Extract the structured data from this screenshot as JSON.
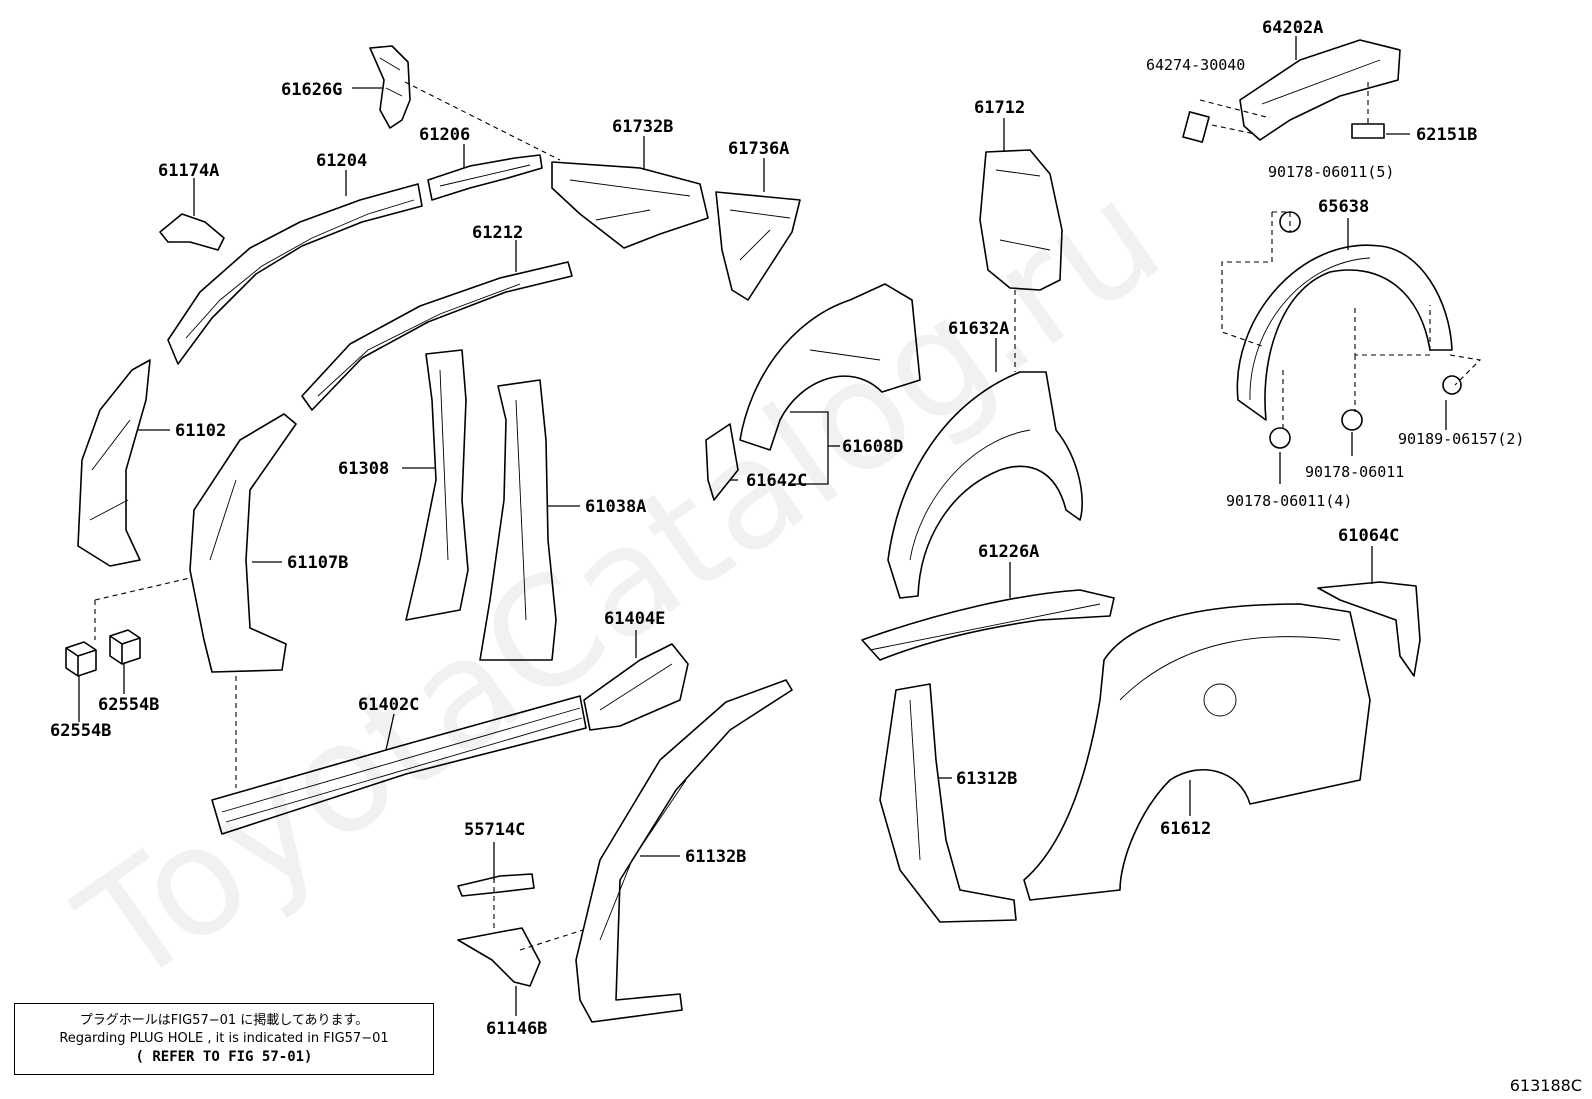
{
  "watermark": "ToyotaCatalog.ru",
  "figure_code": "613188C",
  "note": {
    "line1": "プラグホールはFIG57−01 に掲載してあります。",
    "line2": "Regarding PLUG HOLE , it is indicated in FIG57−01",
    "line3": "( REFER TO FIG 57-01)"
  },
  "labels": {
    "p61626G": "61626G",
    "p61206": "61206",
    "p61204": "61204",
    "p61174A": "61174A",
    "p61732B": "61732B",
    "p61736A": "61736A",
    "p61712": "61712",
    "p64202A": "64202A",
    "p64274": "64274-30040",
    "p62151B": "62151B",
    "p90178_5": "90178-06011(5)",
    "p65638": "65638",
    "p61212": "61212",
    "p61102": "61102",
    "p61632A": "61632A",
    "p61608D": "61608D",
    "p61642C": "61642C",
    "p61308": "61308",
    "p61038A": "61038A",
    "p61107B": "61107B",
    "p90189": "90189-06157(2)",
    "p90178": "90178-06011",
    "p90178_4": "90178-06011(4)",
    "p61226A": "61226A",
    "p61064C": "61064C",
    "p61404E": "61404E",
    "p62554B_a": "62554B",
    "p62554B_b": "62554B",
    "p61402C": "61402C",
    "p61312B": "61312B",
    "p61612": "61612",
    "p55714C": "55714C",
    "p61132B": "61132B",
    "p61146B": "61146B"
  }
}
